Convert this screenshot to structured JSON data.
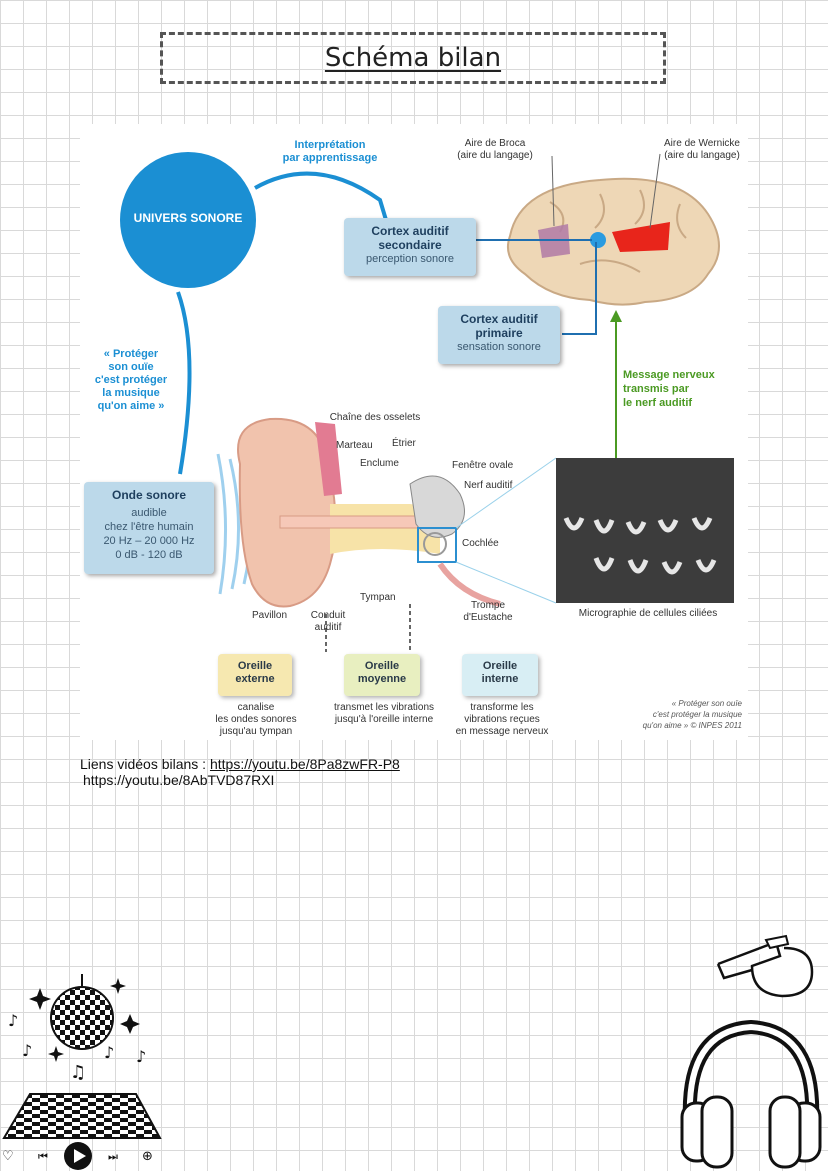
{
  "title": "Schéma bilan",
  "figure": {
    "univers": "UNIVERS SONORE",
    "interpretation": [
      "Interprétation",
      "par apprentissage"
    ],
    "quote": [
      "« Protéger",
      "son ouïe",
      "c'est protéger",
      "la musique",
      "qu'on aime »"
    ],
    "broca": [
      "Aire de Broca",
      "(aire du langage)"
    ],
    "wernicke": [
      "Aire de Wernicke",
      "(aire du langage)"
    ],
    "cortex_secondaire": {
      "title": [
        "Cortex auditif",
        "secondaire"
      ],
      "sub": "perception sonore"
    },
    "cortex_primaire": {
      "title": [
        "Cortex auditif",
        "primaire"
      ],
      "sub": "sensation sonore"
    },
    "message": [
      "Message nerveux",
      "transmis par",
      "le nerf auditif"
    ],
    "onde": {
      "title": "Onde sonore",
      "lines": [
        "audible",
        "chez l'être humain",
        "20 Hz – 20 000 Hz",
        "0 dB - 120 dB"
      ]
    },
    "ear_labels": {
      "chaine": "Chaîne des osselets",
      "marteau": "Marteau",
      "etrier": "Étrier",
      "enclume": "Enclume",
      "fenetre": "Fenêtre ovale",
      "nerf": "Nerf auditif",
      "cochlee": "Cochlée",
      "tympan": "Tympan",
      "trompe": [
        "Trompe",
        "d'Eustache"
      ],
      "pavillon": "Pavillon",
      "conduit": [
        "Conduit",
        "auditif"
      ]
    },
    "micrographie": "Micrographie de cellules ciliées",
    "oreilles": [
      {
        "title": [
          "Oreille",
          "externe"
        ],
        "desc": [
          "canalise",
          "les ondes sonores",
          "jusqu'au tympan"
        ],
        "color": "#f6e8b0"
      },
      {
        "title": [
          "Oreille",
          "moyenne"
        ],
        "desc": [
          "transmet les vibrations",
          "jusqu'à l'oreille interne"
        ],
        "color": "#e8efc0"
      },
      {
        "title": [
          "Oreille",
          "interne"
        ],
        "desc": [
          "transforme les",
          "vibrations reçues",
          "en message nerveux"
        ],
        "color": "#d8eef4"
      }
    ],
    "credit": [
      "« Protéger son ouïe",
      "c'est protéger la musique",
      "qu'on aime » © INPES 2011"
    ]
  },
  "links": {
    "label": "Liens vidéos bilans : ",
    "url1": "https://youtu.be/8Pa8zwFR-P8",
    "url2": "https://youtu.be/8AbTVD87RXI"
  },
  "colors": {
    "accent_blue": "#1b8fd3",
    "green": "#4b9a23",
    "box_blue": "#bcd9ea",
    "brain_red": "#e8251b"
  }
}
